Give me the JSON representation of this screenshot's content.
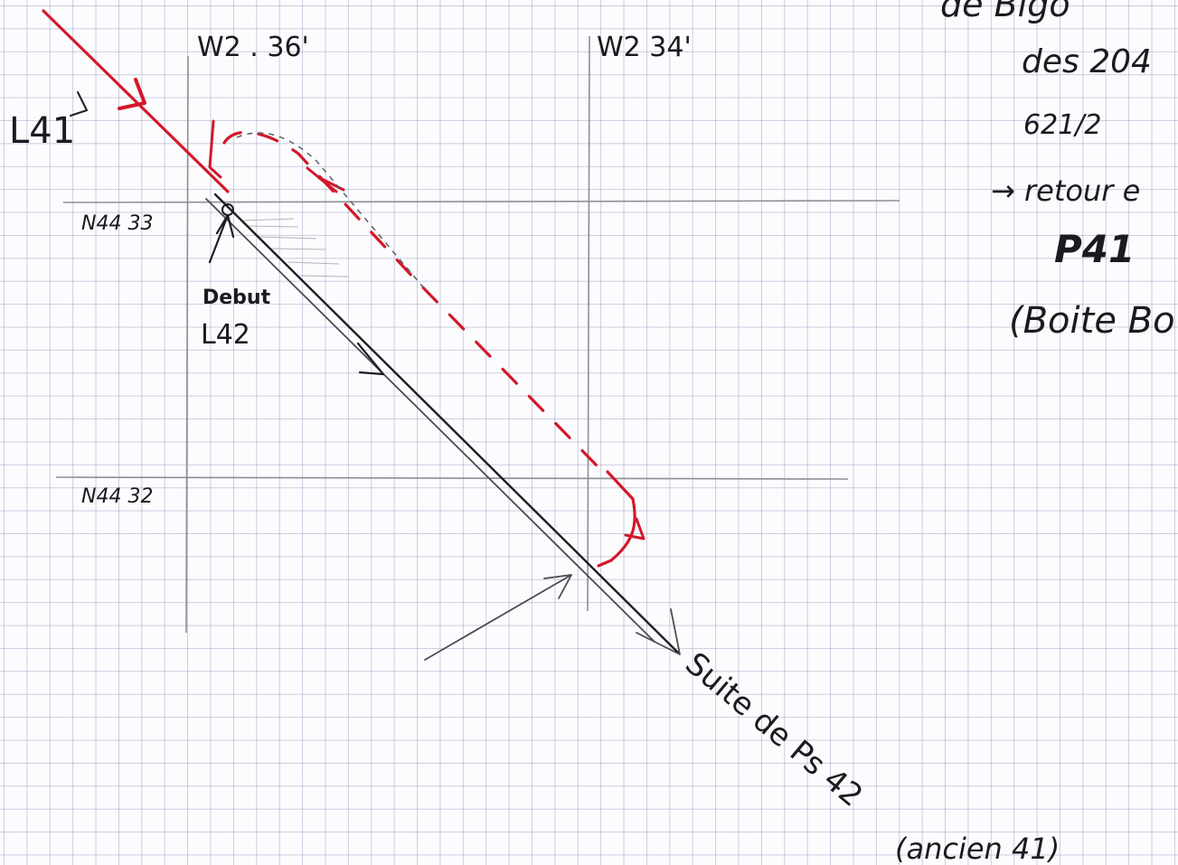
{
  "labels": {
    "meridian_left": "W2 . 36'",
    "meridian_right": "W2 34'",
    "parallel_top": "N44 33",
    "parallel_bottom": "N44 32",
    "track_in": "L41",
    "start_label_line1": "Debut",
    "start_label_line2": "L42",
    "continuation": "Suite de Ps 42",
    "continuation_note": "(ancien 41)"
  },
  "margin_notes": {
    "line1": "de Bigo",
    "line2": "des 204",
    "line3": "621/2",
    "line4": "→ retour e",
    "line5": "P41",
    "line6": "(Boite Bo"
  },
  "colors": {
    "red_ink": "#d3182b",
    "black_ink": "#1d1d22",
    "pencil": "#8e8e96",
    "grid": "#7882af"
  }
}
